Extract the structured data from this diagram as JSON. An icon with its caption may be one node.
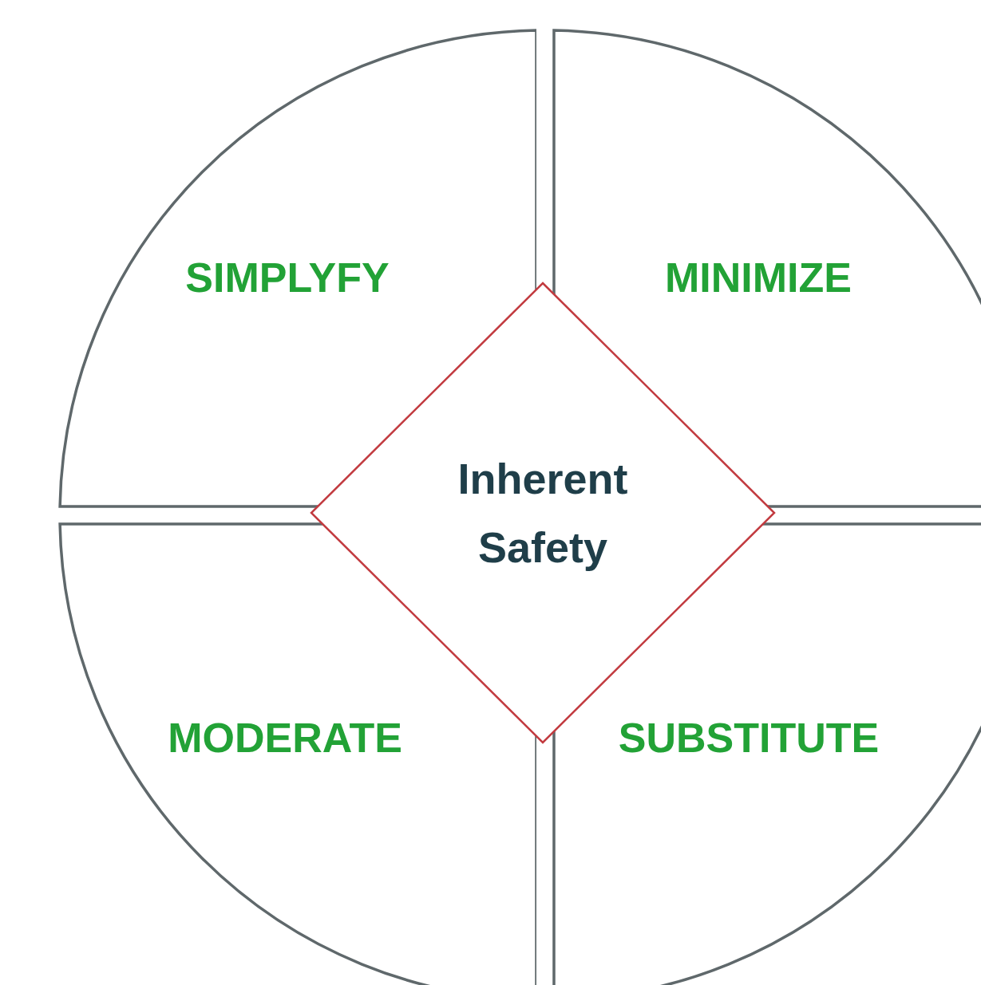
{
  "diagram": {
    "nodes": [
      {
        "text": [
          "SIMPLYFY"
        ]
      },
      {
        "text": [
          "MINIMIZE"
        ]
      },
      {
        "text": [
          "Inherent Safety"
        ]
      },
      {
        "text": [
          "MODERATE"
        ]
      },
      {
        "text": [
          "SUBSTITUTE"
        ]
      }
    ]
  }
}
